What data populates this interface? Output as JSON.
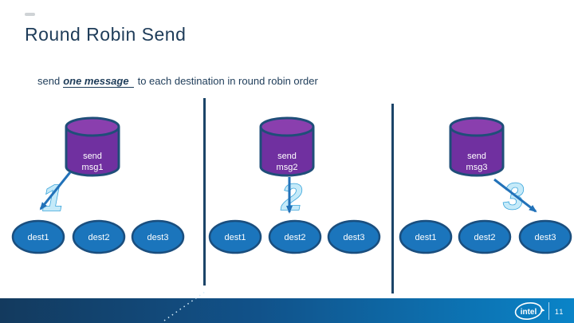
{
  "slide": {
    "title": "Round Robin Send",
    "subtitle_prefix": "send",
    "subtitle_emphasis": "one message",
    "subtitle_suffix": "to each destination in round robin order",
    "page_number": "11",
    "brand": "intel"
  },
  "groups": [
    {
      "step": "1",
      "source_line1": "send",
      "source_line2": "msg1",
      "arrow_target": "dest1",
      "destinations": [
        "dest1",
        "dest2",
        "dest3"
      ]
    },
    {
      "step": "2",
      "source_line1": "send",
      "source_line2": "msg2",
      "arrow_target": "dest2",
      "destinations": [
        "dest1",
        "dest2",
        "dest3"
      ]
    },
    {
      "step": "3",
      "source_line1": "send",
      "source_line2": "msg3",
      "arrow_target": "dest3",
      "destinations": [
        "dest1",
        "dest2",
        "dest3"
      ]
    }
  ],
  "colors": {
    "title_text": "#1e3c59",
    "cylinder_fill": "#7030a0",
    "cylinder_top_fill": "#8a3fae",
    "cylinder_border": "#1f4e79",
    "dest_fill": "#1b75bc",
    "dest_border": "#1a4e7e",
    "arrow": "#2272b9",
    "divider": "#1b4468",
    "step_number_fill": "#c5eaf9",
    "step_number_stroke": "#36a3da",
    "footer_gradient_left": "#133a5e",
    "footer_gradient_right": "#0a84c8"
  }
}
